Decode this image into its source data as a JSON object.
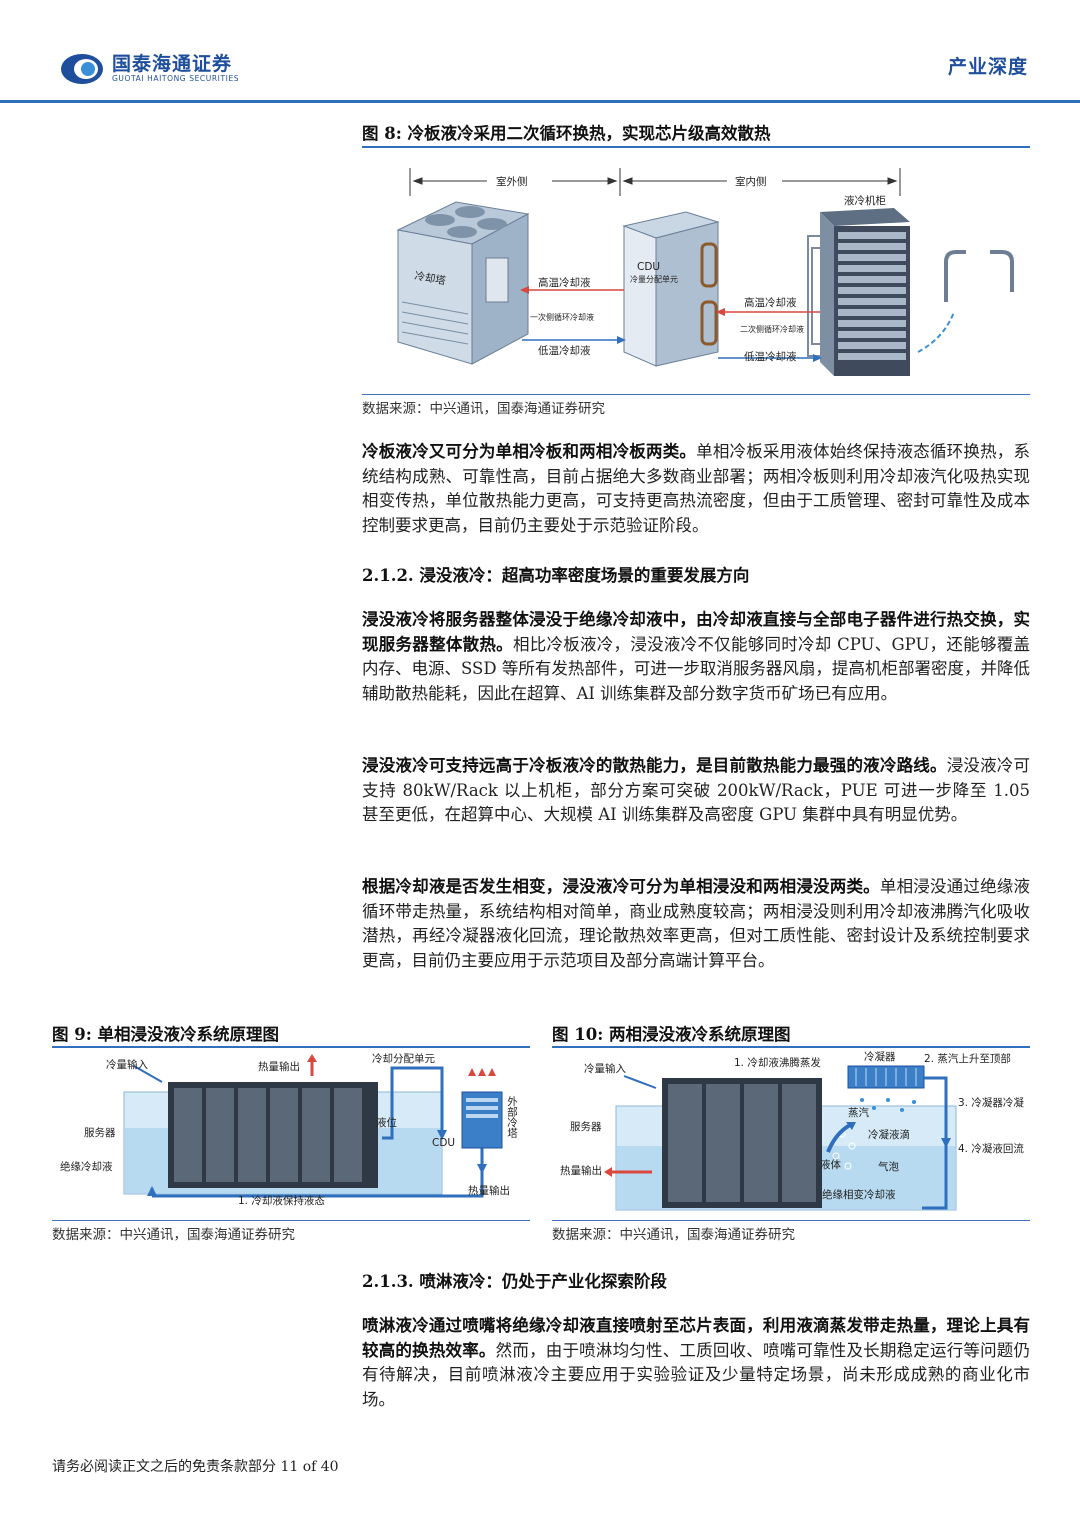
{
  "header": {
    "logo_cn": "国泰海通证券",
    "logo_en": "GUOTAI HAITONG SECURITIES",
    "section": "产业深度",
    "accent_color": "#2f6fbd"
  },
  "fig8": {
    "title": "图 8:  冷板液冷采用二次循环换热，实现芯片级高效散热",
    "labels": {
      "outdoor": "室外侧",
      "indoor": "室内侧",
      "rack": "液冷机柜",
      "tower": "冷却塔",
      "cdu": "CDU",
      "cdu_sub": "冷量分配单元",
      "hot1": "高温冷却液",
      "loop1": "一次侧循环冷却液",
      "cold1": "低温冷却液",
      "hot2": "高温冷却液",
      "loop2": "二次侧循环冷却液",
      "cold2": "低温冷却液"
    },
    "source": "数据来源：中兴通讯，国泰海通证券研究"
  },
  "p1": {
    "bold": "冷板液冷又可分为单相冷板和两相冷板两类。",
    "text": "单相冷板采用液体始终保持液态循环换热，系统结构成熟、可靠性高，目前占据绝大多数商业部署；两相冷板则利用冷却液汽化吸热实现相变传热，单位散热能力更高，可支持更高热流密度，但由于工质管理、密封可靠性及成本控制要求更高，目前仍主要处于示范验证阶段。"
  },
  "s212": "2.1.2.  浸没液冷：超高功率密度场景的重要发展方向",
  "p2": {
    "bold": "浸没液冷将服务器整体浸没于绝缘冷却液中，由冷却液直接与全部电子器件进行热交换，实现服务器整体散热。",
    "text": "相比冷板液冷，浸没液冷不仅能够同时冷却 CPU、GPU，还能够覆盖内存、电源、SSD 等所有发热部件，可进一步取消服务器风扇，提高机柜部署密度，并降低辅助散热能耗，因此在超算、AI 训练集群及部分数字货币矿场已有应用。"
  },
  "p3": {
    "bold": "浸没液冷可支持远高于冷板液冷的散热能力，是目前散热能力最强的液冷路线。",
    "text": "浸没液冷可支持 80kW/Rack 以上机柜，部分方案可突破 200kW/Rack，PUE 可进一步降至 1.05 甚至更低，在超算中心、大规模 AI 训练集群及高密度 GPU 集群中具有明显优势。"
  },
  "p4": {
    "bold": "根据冷却液是否发生相变，浸没液冷可分为单相浸没和两相浸没两类。",
    "text": "单相浸没通过绝缘液循环带走热量，系统结构相对简单，商业成熟度较高；两相浸没则利用冷却液沸腾汽化吸收潜热，再经冷凝器液化回流，理论散热效率更高，但对工质性能、密封设计及系统控制要求更高，目前仍主要应用于示范项目及部分高端计算平台。"
  },
  "fig9": {
    "title": "图 9:  单相浸没液冷系统原理图",
    "labels": {
      "cold_in": "冷量输入",
      "heat_out_top": "热量输出",
      "cdu_unit": "冷却分配单元",
      "tower": "外部冷塔",
      "server": "服务器",
      "level": "液位",
      "cdu": "CDU",
      "insulating": "绝缘冷却液",
      "heat_out": "热量输出",
      "state": "1. 冷却液保持液态"
    },
    "source": "数据来源：中兴通讯，国泰海通证券研究"
  },
  "fig10": {
    "title": "图 10:  两相浸没液冷系统原理图",
    "labels": {
      "cold_in": "冷量输入",
      "boil": "1. 冷却液沸腾蒸发",
      "condenser": "冷凝器",
      "rise": "2. 蒸汽上升至顶部",
      "cond": "3. 冷凝器冷凝",
      "server": "服务器",
      "vapor": "蒸汽",
      "droplet": "冷凝液滴",
      "reflow": "4. 冷凝液回流",
      "heat_out": "热量输出",
      "liquid": "液体",
      "bubble": "气泡",
      "coolant": "绝缘相变冷却液"
    },
    "source": "数据来源：中兴通讯，国泰海通证券研究"
  },
  "s213": "2.1.3.  喷淋液冷：仍处于产业化探索阶段",
  "p5": {
    "bold": "喷淋液冷通过喷嘴将绝缘冷却液直接喷射至芯片表面，利用液滴蒸发带走热量，理论上具有较高的换热效率。",
    "text": "然而，由于喷淋均匀性、工质回收、喷嘴可靠性及长期稳定运行等问题仍有待解决，目前喷淋液冷主要应用于实验验证及少量特定场景，尚未形成成熟的商业化市场。"
  },
  "footer": "请务必阅读正文之后的免责条款部分 11 of 40"
}
